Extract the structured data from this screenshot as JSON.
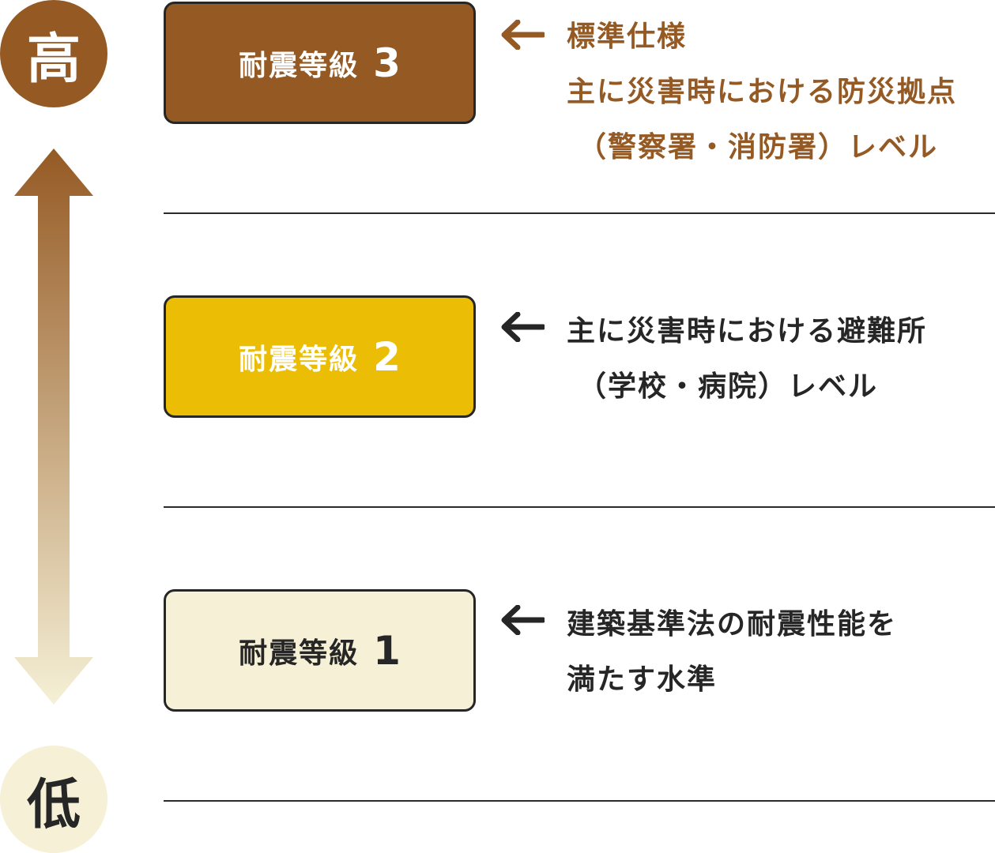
{
  "colors": {
    "grade3": "#955a24",
    "grade2": "#ebbe05",
    "grade1": "#f5f0d6",
    "text_dark": "#262626",
    "text_white": "#ffffff",
    "accent_brown": "#955a24",
    "low_circle": "#f5f0d6"
  },
  "scale": {
    "high_label": "高",
    "low_label": "低"
  },
  "grades": [
    {
      "label": "耐震等級",
      "number": "3",
      "arrow_icon": "left-arrow-icon",
      "description": [
        "標準仕様",
        "主に災害時における防災拠点",
        "（警察署・消防署）レベル"
      ]
    },
    {
      "label": "耐震等級",
      "number": "2",
      "arrow_icon": "left-arrow-icon",
      "description": [
        "主に災害時における避難所",
        "（学校・病院）レベル"
      ]
    },
    {
      "label": "耐震等級",
      "number": "1",
      "arrow_icon": "left-arrow-icon",
      "description": [
        "建築基準法の耐震性能を",
        "満たす水準"
      ]
    }
  ]
}
